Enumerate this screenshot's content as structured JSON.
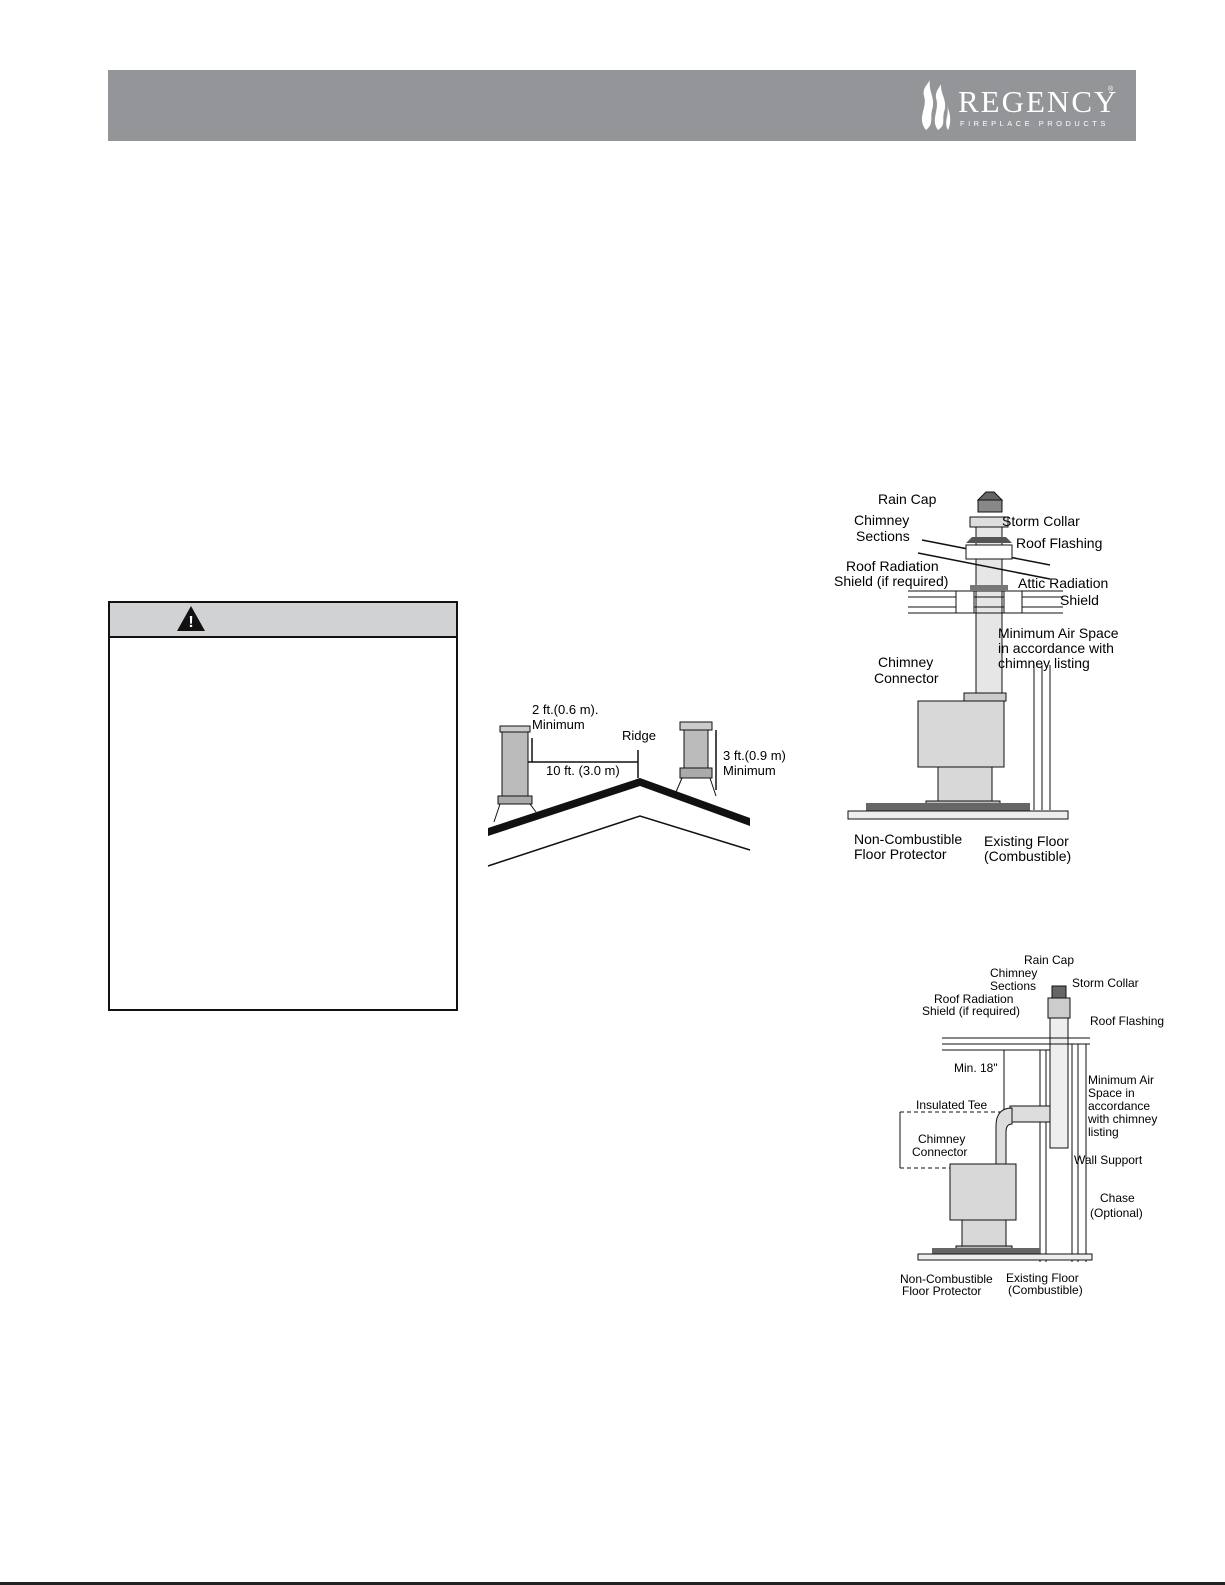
{
  "header": {
    "brand": "REGENCY",
    "brand_registered": "®",
    "brand_tagline": "FIREPLACE PRODUCTS",
    "bar_color": "#939598"
  },
  "warning_box": {
    "icon": "warning-triangle-icon",
    "icon_glyph": "!",
    "header_color": "#d1d2d4"
  },
  "roof_diagram": {
    "label_2ft": "2 ft.(0.6 m).",
    "label_2ft_sub": "Minimum",
    "label_ridge": "Ridge",
    "label_10ft": "10 ft. (3.0 m)",
    "label_3ft": "3 ft.(0.9 m)",
    "label_3ft_sub": "Minimum"
  },
  "interior_diagram": {
    "rain_cap": "Rain Cap",
    "chimney_1": "Chimney",
    "chimney_2": "Sections",
    "storm_collar": "Storm Collar",
    "roof_flashing": "Roof Flashing",
    "roof_rad_1": "Roof Radiation",
    "roof_rad_2": "Shield (if required)",
    "attic_rad_1": "Attic Radiation",
    "attic_rad_2": "Shield",
    "min_air_1": "Minimum Air Space",
    "min_air_2": "in accordance with",
    "min_air_3": "chimney listing",
    "connector_1": "Chimney",
    "connector_2": "Connector",
    "floor_prot_1": "Non-Combustible",
    "floor_prot_2": "Floor Protector",
    "floor_1": "Existing Floor",
    "floor_2": "(Combustible)"
  },
  "chase_diagram": {
    "rain_cap": "Rain Cap",
    "chimney_1": "Chimney",
    "chimney_2": "Sections",
    "storm_collar": "Storm Collar",
    "roof_rad_1": "Roof Radiation",
    "roof_rad_2": "Shield (if required)",
    "roof_flashing": "Roof Flashing",
    "min18": "Min. 18\"",
    "min_air_1": "Minimum Air",
    "min_air_2": "Space in",
    "min_air_3": "accordance",
    "min_air_4": "with chimney",
    "min_air_5": "listing",
    "insulated_tee": "Insulated Tee",
    "connector_1": "Chimney",
    "connector_2": "Connector",
    "wall_support": "Wall Support",
    "chase_1": "Chase",
    "chase_2": "(Optional)",
    "floor_prot_1": "Non-Combustible",
    "floor_prot_2": "Floor Protector",
    "floor_1": "Existing Floor",
    "floor_2": "(Combustible)"
  }
}
